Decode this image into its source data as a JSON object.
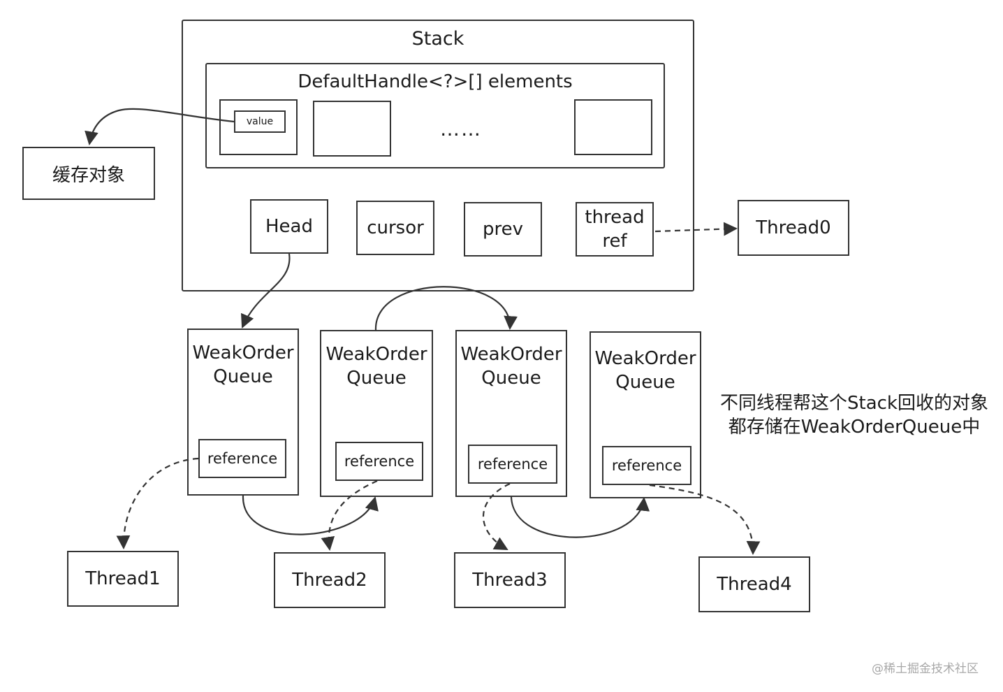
{
  "stack": {
    "title": "Stack",
    "elements_label": "DefaultHandle<?>[] elements",
    "value_label": "value",
    "ellipsis": "……",
    "fields": [
      "Head",
      "cursor",
      "prev",
      "thread ref"
    ]
  },
  "cached_object": "缓存对象",
  "thread0": "Thread0",
  "queues": [
    {
      "title_line1": "WeakOrder",
      "title_line2": "Queue",
      "reference": "reference"
    },
    {
      "title_line1": "WeakOrder",
      "title_line2": "Queue",
      "reference": "reference"
    },
    {
      "title_line1": "WeakOrder",
      "title_line2": "Queue",
      "reference": "reference"
    },
    {
      "title_line1": "WeakOrder",
      "title_line2": "Queue",
      "reference": "reference"
    }
  ],
  "threads": [
    "Thread1",
    "Thread2",
    "Thread3",
    "Thread4"
  ],
  "note": {
    "line1": "不同线程帮这个Stack回收的对象",
    "line2": "都存储在WeakOrderQueue中"
  },
  "watermark": "@稀土掘金技术社区",
  "colors": {
    "stroke": "#333333",
    "background": "#ffffff",
    "watermark": "#a8a8a8"
  }
}
